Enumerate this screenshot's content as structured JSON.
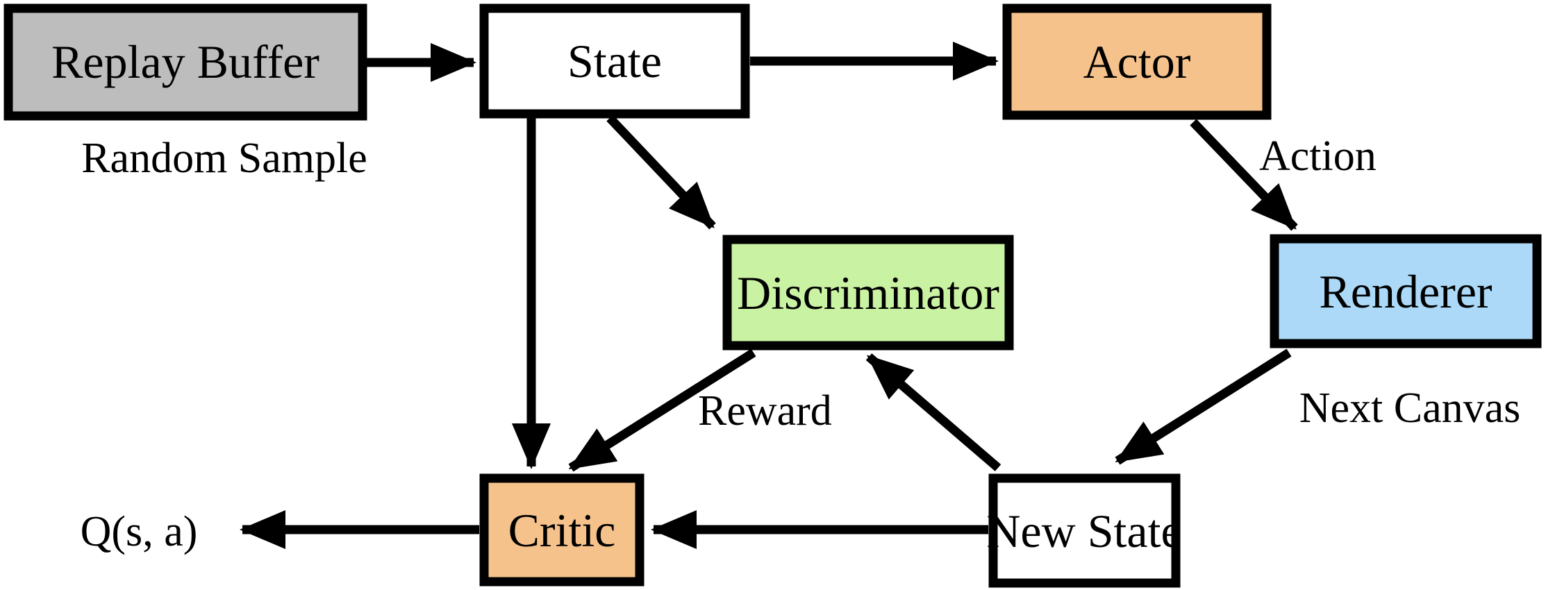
{
  "diagram": {
    "background": "#ffffff",
    "border_color": "#000000",
    "arrow_color": "#000000",
    "nodes": {
      "replay_buffer": {
        "label": "Replay Buffer",
        "fill": "#bdbdbd"
      },
      "state": {
        "label": "State",
        "fill": "#ffffff"
      },
      "actor": {
        "label": "Actor",
        "fill": "#f6c28b"
      },
      "discriminator": {
        "label": "Discriminator",
        "fill": "#c9f2a2"
      },
      "renderer": {
        "label": "Renderer",
        "fill": "#abd9f7"
      },
      "critic": {
        "label": "Critic",
        "fill": "#f6c28b"
      },
      "new_state": {
        "label": "New State",
        "fill": "#ffffff"
      }
    },
    "edge_labels": {
      "random_sample": "Random Sample",
      "action": "Action",
      "next_canvas": "Next Canvas",
      "reward": "Reward"
    },
    "output_label": "Q(s, a)",
    "edges": [
      {
        "from": "replay_buffer",
        "to": "state",
        "label": "Random Sample"
      },
      {
        "from": "state",
        "to": "actor",
        "label": ""
      },
      {
        "from": "state",
        "to": "discriminator",
        "label": ""
      },
      {
        "from": "state",
        "to": "critic",
        "label": ""
      },
      {
        "from": "actor",
        "to": "renderer",
        "label": "Action"
      },
      {
        "from": "renderer",
        "to": "new_state",
        "label": "Next Canvas"
      },
      {
        "from": "new_state",
        "to": "discriminator",
        "label": ""
      },
      {
        "from": "new_state",
        "to": "critic",
        "label": ""
      },
      {
        "from": "discriminator",
        "to": "critic",
        "label": "Reward"
      },
      {
        "from": "critic",
        "to": "q_output",
        "label": "Q(s, a)"
      }
    ]
  }
}
